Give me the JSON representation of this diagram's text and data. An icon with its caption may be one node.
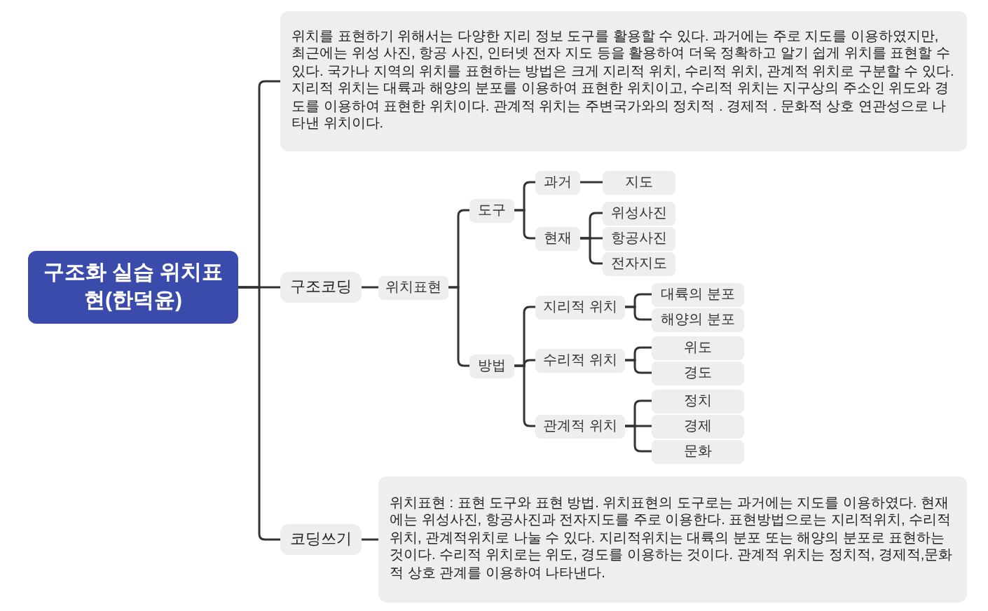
{
  "diagram": {
    "nodes": [
      {
        "text": [
          "구조화 실습 위치표현(한덕윤)"
        ]
      },
      {
        "text": [
          "위치를 표현하기 위해서는 다양한 지리 정보 도구를 활용할 수 있다. 과거에는 주로 지도를 이용하였지만, 최근에는 위성 사진, 항공 사진, 인터넷 전자 지도 등을 활용하여 더욱 정확하고 알기 쉽게 위치를 표현할 수 있다. 국가나 지역의 위치를 표현하는 방법은 크게 지리적 위치, 수리적 위치, 관계적 위치로 구분할 수 있다.  지리적 위치는 대륙과 해양의 분포를 이용하여 표현한 위치이고, 수리적 위치는 지구상의 주소인 위도와 경도를 이용하여 표현한 위치이다. 관계적 위치는 주변국가와의 정치적 . 경제적 . 문화적 상호 연관성으로 나타낸 위치이다."
        ]
      },
      {
        "text": [
          "구조코딩"
        ]
      },
      {
        "text": [
          "위치표현"
        ]
      },
      {
        "text": [
          "도구"
        ]
      },
      {
        "text": [
          "과거"
        ]
      },
      {
        "text": [
          "지도"
        ]
      },
      {
        "text": [
          "현재"
        ]
      },
      {
        "text": [
          "위성사진"
        ]
      },
      {
        "text": [
          "항공사진"
        ]
      },
      {
        "text": [
          "전자지도"
        ]
      },
      {
        "text": [
          "방법"
        ]
      },
      {
        "text": [
          "지리적 위치"
        ]
      },
      {
        "text": [
          "대륙의 분포"
        ]
      },
      {
        "text": [
          "해양의 분포"
        ]
      },
      {
        "text": [
          "수리적 위치"
        ]
      },
      {
        "text": [
          "위도"
        ]
      },
      {
        "text": [
          "경도"
        ]
      },
      {
        "text": [
          "관계적 위치"
        ]
      },
      {
        "text": [
          "정치"
        ]
      },
      {
        "text": [
          "경제"
        ]
      },
      {
        "text": [
          "문화"
        ]
      },
      {
        "text": [
          "코딩쓰기"
        ]
      },
      {
        "text": [
          "위치표현 : 표현 도구와 표현 방법. 위치표현의 도구로는 과거에는 지도를 이용하였다. 현재에는 위성사진, 항공사진과 전자지도를 주로 이용한다. 표현방법으로는 지리적위치, 수리적위치, 관계적위치로 나눌 수 있다. 지리적위치는 대륙의 분포 또는 해양의 분포로 표현하는 것이다. 수리적 위치로는 위도, 경도를 이용하는 것이다. 관계적 위치는 정치적, 경제적,문화적 상호 관계를 이용하여 나타낸다."
        ]
      }
    ],
    "edges": [
      {
        "from": 0,
        "to": 1,
        "arrow": "none"
      },
      {
        "from": 0,
        "to": 2,
        "arrow": "none"
      },
      {
        "from": 0,
        "to": 22,
        "arrow": "none"
      },
      {
        "from": 2,
        "to": 3,
        "arrow": "none"
      },
      {
        "from": 3,
        "to": 4,
        "arrow": "none"
      },
      {
        "from": 3,
        "to": 11,
        "arrow": "none"
      },
      {
        "from": 4,
        "to": 5,
        "arrow": "none"
      },
      {
        "from": 4,
        "to": 7,
        "arrow": "none"
      },
      {
        "from": 5,
        "to": 6,
        "arrow": "none"
      },
      {
        "from": 7,
        "to": 8,
        "arrow": "none"
      },
      {
        "from": 7,
        "to": 9,
        "arrow": "none"
      },
      {
        "from": 7,
        "to": 10,
        "arrow": "none"
      },
      {
        "from": 11,
        "to": 12,
        "arrow": "none"
      },
      {
        "from": 11,
        "to": 15,
        "arrow": "none"
      },
      {
        "from": 11,
        "to": 18,
        "arrow": "none"
      },
      {
        "from": 12,
        "to": 13,
        "arrow": "none"
      },
      {
        "from": 12,
        "to": 14,
        "arrow": "none"
      },
      {
        "from": 15,
        "to": 16,
        "arrow": "none"
      },
      {
        "from": 15,
        "to": 17,
        "arrow": "none"
      },
      {
        "from": 18,
        "to": 19,
        "arrow": "none"
      },
      {
        "from": 18,
        "to": 20,
        "arrow": "none"
      },
      {
        "from": 18,
        "to": 21,
        "arrow": "none"
      },
      {
        "from": 22,
        "to": 23,
        "arrow": "none"
      }
    ]
  }
}
